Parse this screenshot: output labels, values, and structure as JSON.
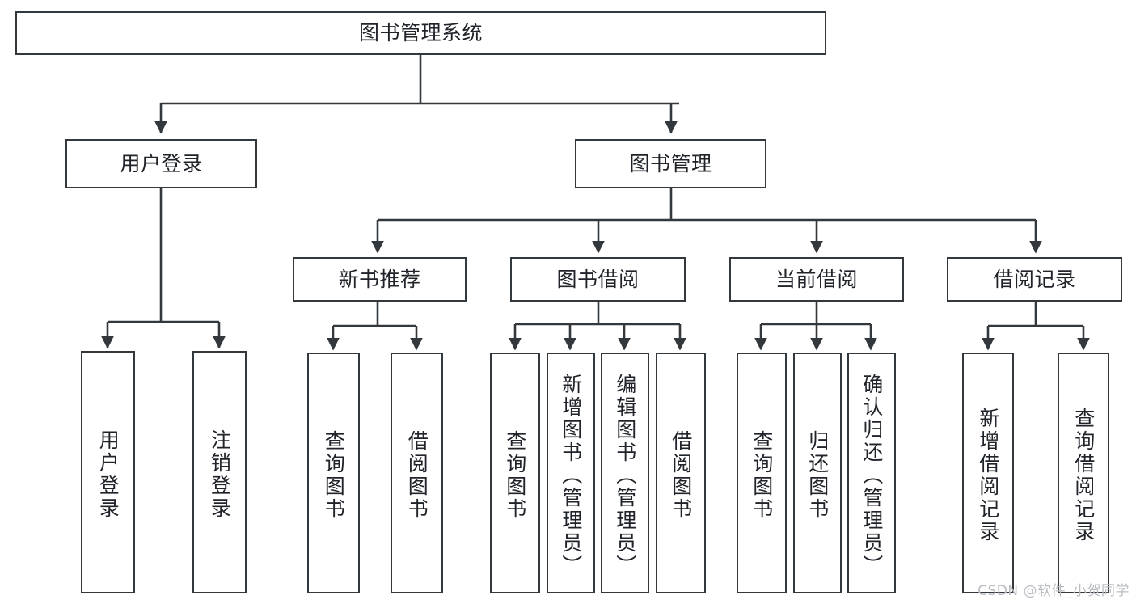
{
  "diagram": {
    "title": "图书管理系统",
    "type": "tree-hierarchy-chart",
    "stroke_color": "#33383d",
    "background_color": "#ffffff",
    "text_color": "#20242a"
  },
  "nodes": {
    "root": {
      "label": "图书管理系统"
    },
    "level1": [
      {
        "label": "用户登录"
      },
      {
        "label": "图书管理"
      }
    ],
    "level2": [
      {
        "label": "新书推荐"
      },
      {
        "label": "图书借阅"
      },
      {
        "label": "当前借阅"
      },
      {
        "label": "借阅记录"
      }
    ],
    "leaves": [
      {
        "label": "用户登录"
      },
      {
        "label": "注销登录"
      },
      {
        "label": "查询图书"
      },
      {
        "label": "借阅图书"
      },
      {
        "label": "查询图书"
      },
      {
        "label": "新增图书（管理员）"
      },
      {
        "label": "编辑图书（管理员）"
      },
      {
        "label": "借阅图书"
      },
      {
        "label": "查询图书"
      },
      {
        "label": "归还图书"
      },
      {
        "label": "确认归还（管理员）"
      },
      {
        "label": "新增借阅记录"
      },
      {
        "label": "查询借阅记录"
      }
    ]
  },
  "watermark": {
    "text": "CSDN @软件_小贺同学"
  }
}
